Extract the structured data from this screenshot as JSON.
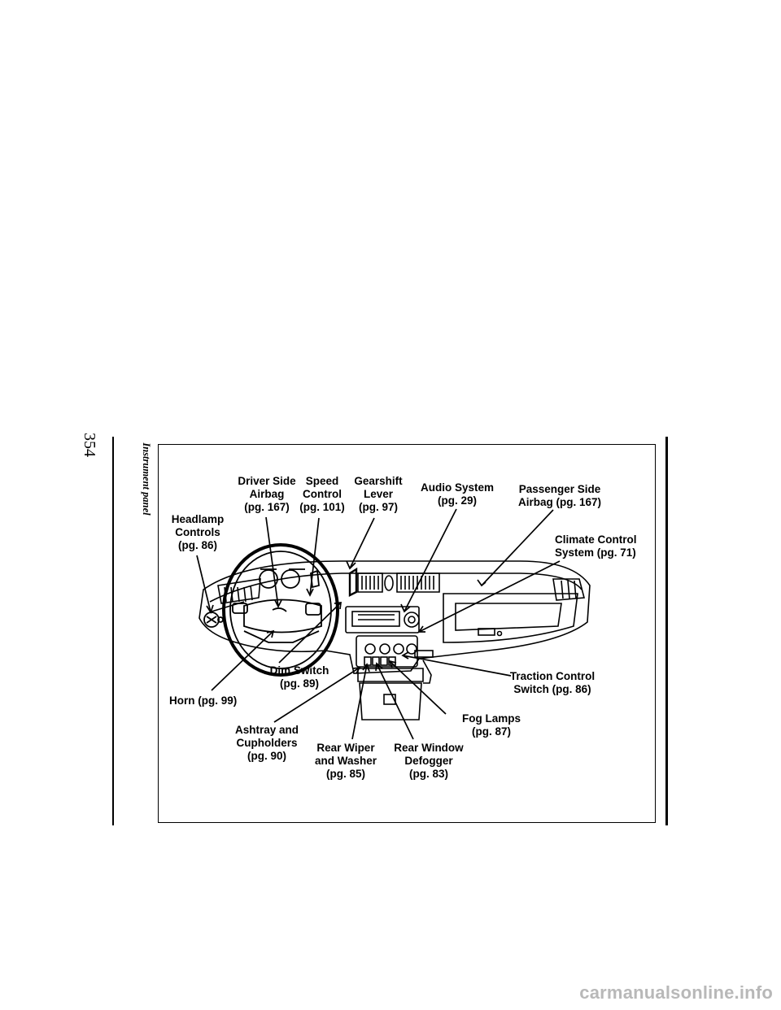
{
  "page": {
    "number": "354",
    "section_title": "Instrument panel"
  },
  "callouts": [
    {
      "id": "driver-side-airbag",
      "text": "Driver Side\nAirbag\n(pg. 167)"
    },
    {
      "id": "speed-control",
      "text": "Speed\nControl\n(pg. 101)"
    },
    {
      "id": "gearshift-lever",
      "text": "Gearshift\nLever\n(pg. 97)"
    },
    {
      "id": "audio-system",
      "text": "Audio System\n(pg. 29)"
    },
    {
      "id": "passenger-side-airbag",
      "text": "Passenger Side\nAirbag (pg. 167)"
    },
    {
      "id": "headlamp-controls",
      "text": "Headlamp\nControls\n(pg. 86)"
    },
    {
      "id": "climate-control-system",
      "text": "Climate Control\nSystem (pg. 71)"
    },
    {
      "id": "dim-switch",
      "text": "Dim Switch\n(pg. 89)"
    },
    {
      "id": "traction-control-switch",
      "text": "Traction Control\nSwitch (pg. 86)"
    },
    {
      "id": "horn",
      "text": "Horn (pg. 99)"
    },
    {
      "id": "fog-lamps",
      "text": "Fog Lamps\n(pg. 87)"
    },
    {
      "id": "ashtray-cupholders",
      "text": "Ashtray and\nCupholders\n(pg. 90)"
    },
    {
      "id": "rear-wiper-washer",
      "text": "Rear Wiper\nand Washer\n(pg. 85)"
    },
    {
      "id": "rear-window-defogger",
      "text": "Rear Window\nDefogger\n(pg. 83)"
    }
  ],
  "watermark": "carmanualsonline.info"
}
